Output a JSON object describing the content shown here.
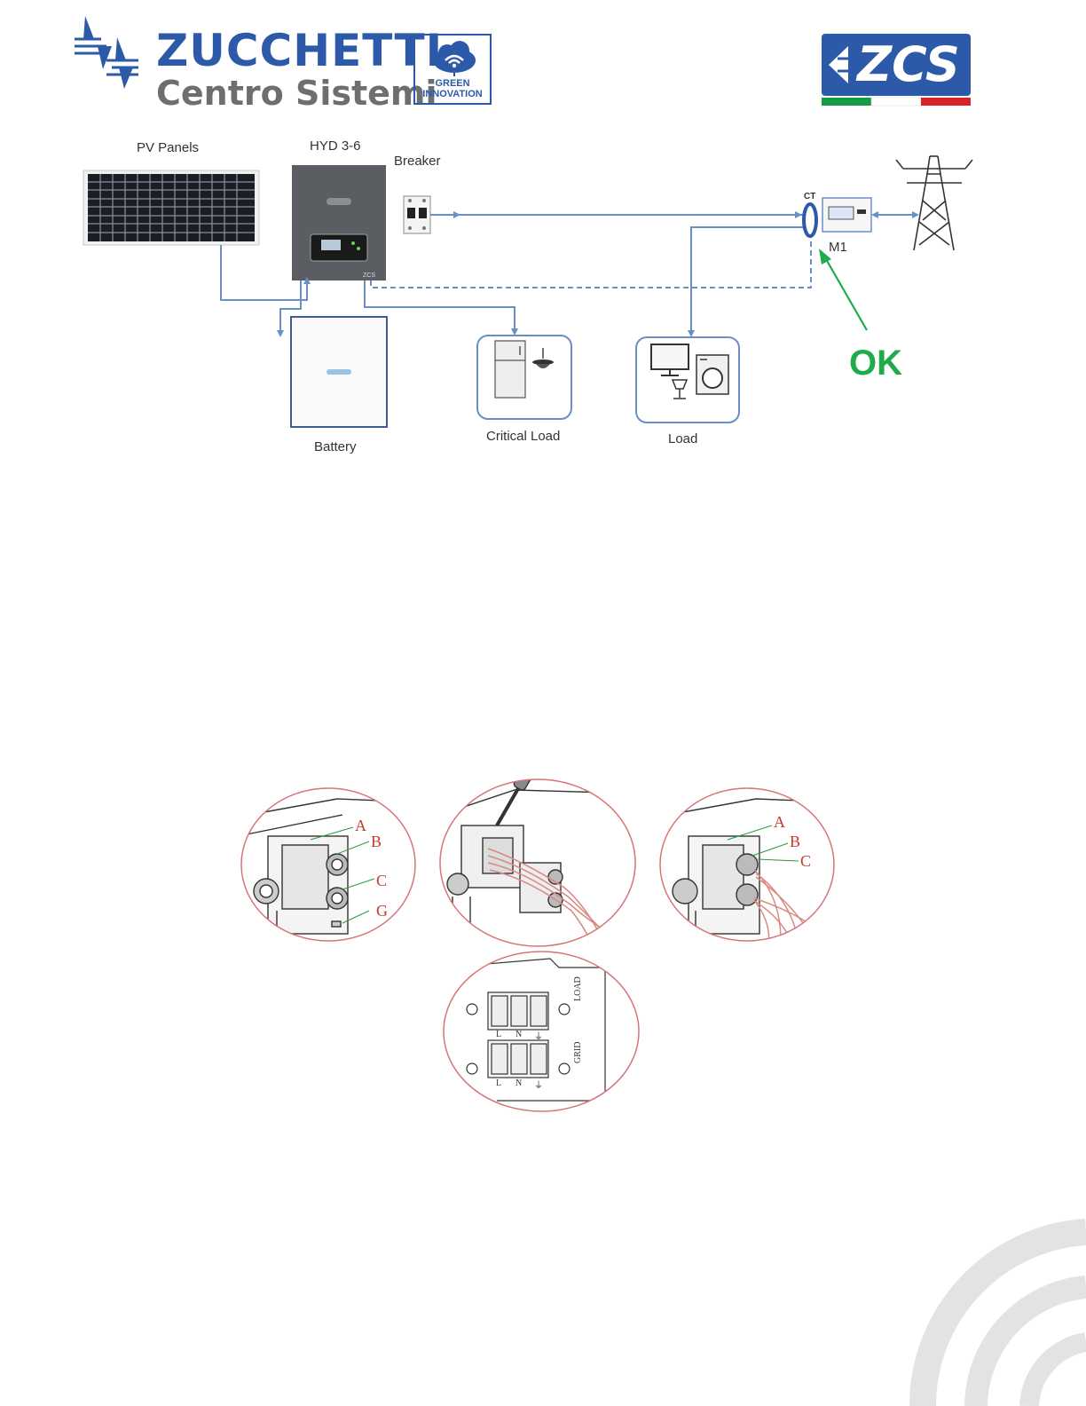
{
  "header": {
    "company_name": "ZUCCHETTI",
    "company_sub": "Centro Sistemi",
    "badge_line1": "GREEN",
    "badge_line2": "INNOVATION",
    "logo_text": "ZCS"
  },
  "diagram": {
    "pv_panels": "PV Panels",
    "inverter": "HYD 3-6",
    "breaker": "Breaker",
    "ct": "CT",
    "meter": "M1",
    "battery": "Battery",
    "critical_load": "Critical Load",
    "load": "Load",
    "status": "OK"
  },
  "details": {
    "callouts_1": [
      "A",
      "B",
      "C",
      "G"
    ],
    "callouts_3": [
      "A",
      "B",
      "C"
    ],
    "terminals_top": [
      "L",
      "N",
      "⏚"
    ],
    "terminals_bottom": [
      "L",
      "N",
      "⏚"
    ],
    "port_load": "LOAD",
    "port_grid": "GRID"
  },
  "colors": {
    "brand_blue": "#2d5aa8",
    "brand_grey": "#6d6e70",
    "wire_blue": "#6a8fc7",
    "ok_green": "#1faa4b",
    "detail_red": "#c0392b"
  }
}
